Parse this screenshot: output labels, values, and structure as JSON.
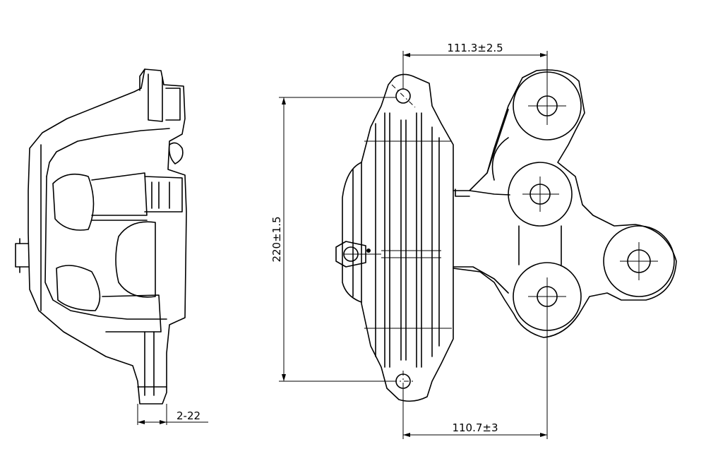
{
  "dimensions": {
    "top_width": "111.3±2.5",
    "height": "220±1.5",
    "bottom_width": "110.7±3",
    "side_offset": "2-22"
  }
}
